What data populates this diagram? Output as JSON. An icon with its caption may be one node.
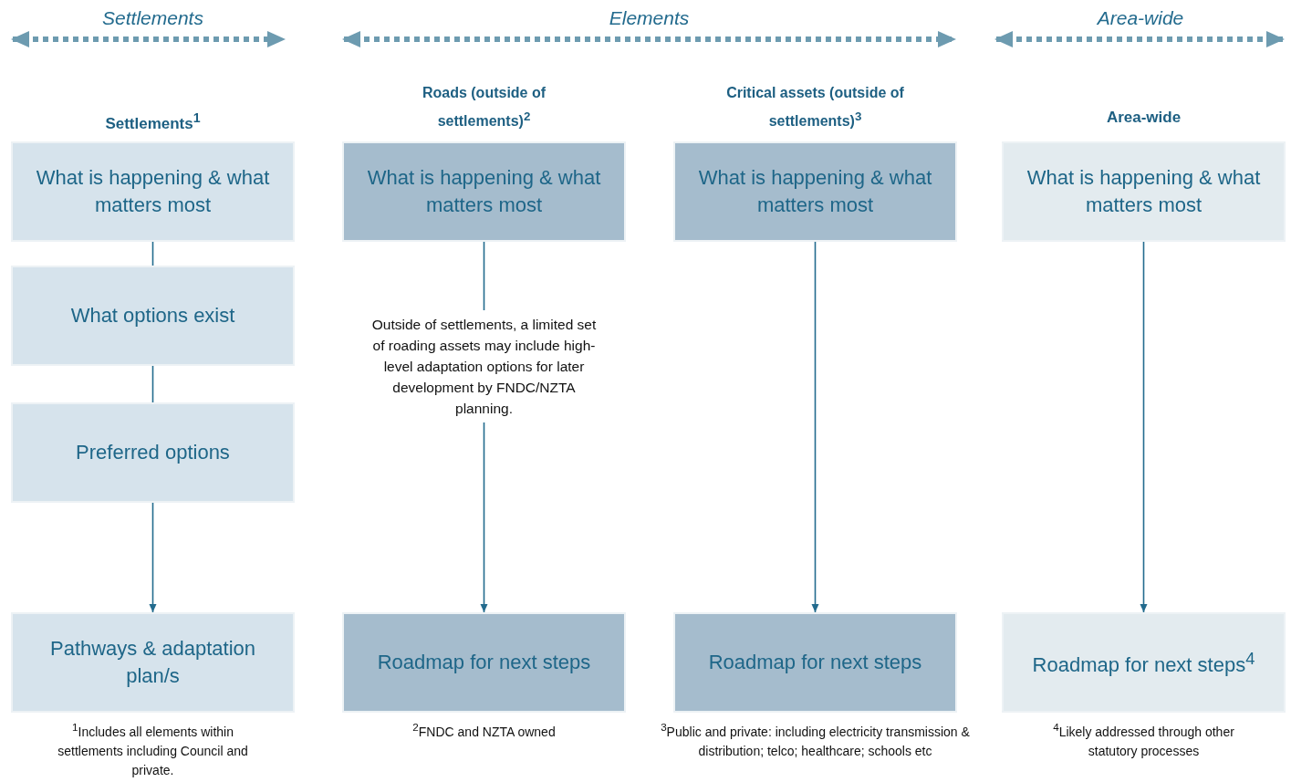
{
  "diagram": {
    "nodes": [
      {
        "text": [
          "What is happening & what matters most"
        ]
      },
      {
        "text": [
          "What options exist"
        ]
      },
      {
        "text": [
          "Preferred options"
        ]
      },
      {
        "text": [
          "Pathways & adaptation plan/s"
        ]
      },
      {
        "text": [
          "What is happening & what matters most"
        ]
      },
      {
        "text": [
          "Roadmap for next steps"
        ]
      },
      {
        "text": [
          "What is happening & what matters most"
        ]
      },
      {
        "text": [
          "Roadmap for next steps"
        ]
      },
      {
        "text": [
          "What is happening & what matters most"
        ]
      },
      {
        "text": [
          "Roadmap for next steps$^{4}$"
        ]
      }
    ],
    "edges": [
      {
        "from": 0,
        "to": 1,
        "arrow": "none"
      },
      {
        "from": 1,
        "to": 2,
        "arrow": "none"
      },
      {
        "from": 2,
        "to": 3,
        "arrow": "to"
      },
      {
        "from": 4,
        "to": 5,
        "arrow": "to",
        "label": "Outside of settlements, a limited set of roading assets may include high-level adaptation options for later development by FNDC/NZTA planning."
      },
      {
        "from": 6,
        "to": 7,
        "arrow": "to"
      },
      {
        "from": 8,
        "to": 9,
        "arrow": "to"
      }
    ],
    "labels": [
      "Settlements",
      "Elements",
      "Area-wide",
      "Settlements$^{1}$",
      "Roads (outside of settlements)$^{2}$",
      "Critical assets (outside of settlements)$^{3}$",
      "Area-wide",
      "$^{1}$Includes all elements within settlements including Council and private.",
      "$^{2}$FNDC and NZTA owned",
      "$^{3}$Public and private: including electricity transmission & distribution; telco; healthcare; schools etc",
      "$^{4}$Likely addressed through other statutory processes"
    ]
  }
}
